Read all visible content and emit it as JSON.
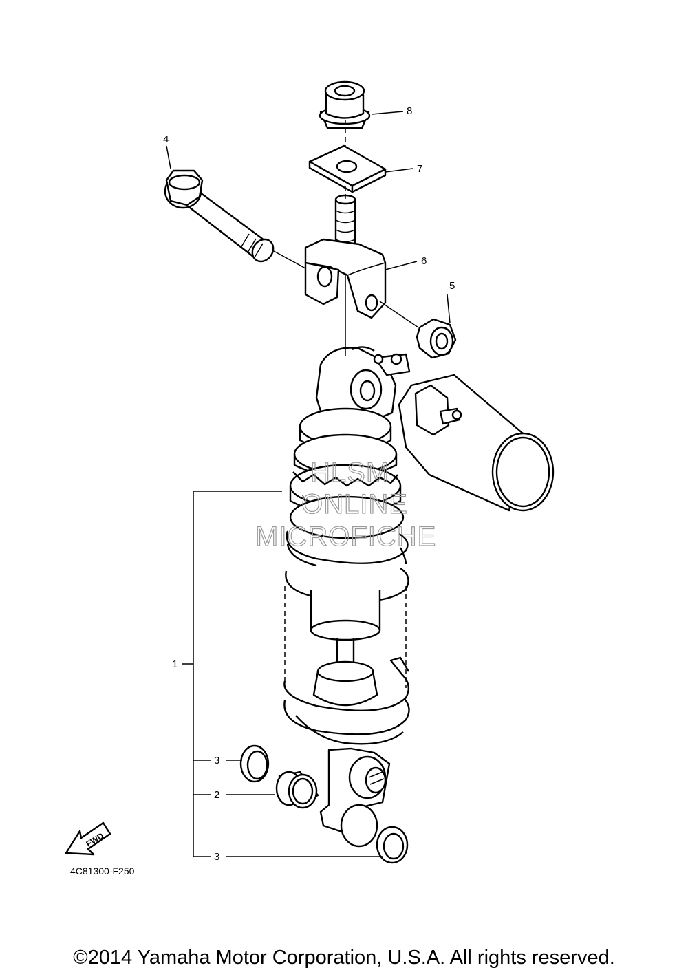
{
  "diagram": {
    "callouts": [
      "1",
      "2",
      "3",
      "3",
      "4",
      "5",
      "6",
      "7",
      "8"
    ],
    "fwd_label": "FWD",
    "figure_code": "4C81300-F250",
    "watermark": [
      "HLSM",
      "ONLINE",
      "MICROFICHE"
    ]
  },
  "footer": {
    "copyright": "©2014 Yamaha Motor Corporation, U.S.A. All rights reserved."
  }
}
